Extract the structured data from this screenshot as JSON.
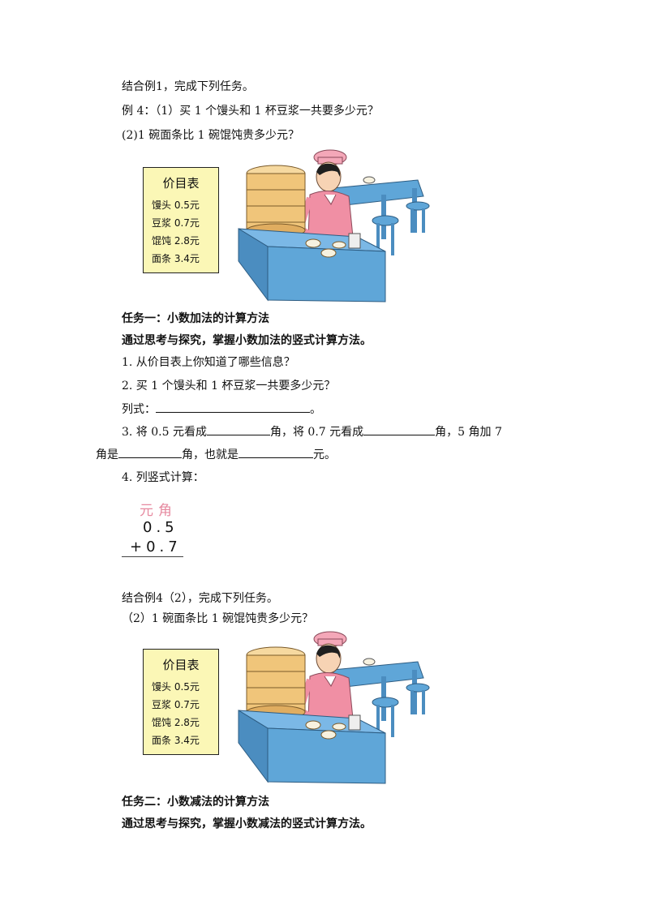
{
  "intro_line": "结合例1，完成下列任务。",
  "example4": {
    "q1": "例 4：（1）买 1 个馒头和 1 杯豆浆一共要多少元？",
    "q2": "(2)1 碗面条比 1 碗馄饨贵多少元？"
  },
  "price_table": {
    "title": "价目表",
    "items": [
      "馒头 0.5元",
      "豆浆 0.7元",
      "馄饨 2.8元",
      "面条 3.4元"
    ]
  },
  "task1": {
    "title": "任务一：小数加法的计算方法",
    "goal": "通过思考与探究，掌握小数加法的竖式计算方法。",
    "q1": "1.   从价目表上你知道了哪些信息？",
    "q2": "2.   买 1 个馒头和 1 杯豆浆一共要多少元？",
    "formula_label": "列式：",
    "formula_end": "。",
    "q3_a": "3.   将 0.5 元看成",
    "q3_b": "角，将 0.7 元看成",
    "q3_c": "角，5 角加 7",
    "q3_d": "角是",
    "q3_e": "角，也就是",
    "q3_f": "元。",
    "q4": "4.   列竖式计算：",
    "vertical": {
      "header": "元角",
      "line1": "0.5",
      "line2": "+0.7"
    }
  },
  "combine2": {
    "title": "结合例4（2），完成下列任务。",
    "question": "（2）1 碗面条比 1 碗馄饨贵多少元？"
  },
  "task2": {
    "title": "任务二：小数减法的计算方法",
    "goal": "通过思考与探究，掌握小数减法的竖式计算方法。"
  }
}
